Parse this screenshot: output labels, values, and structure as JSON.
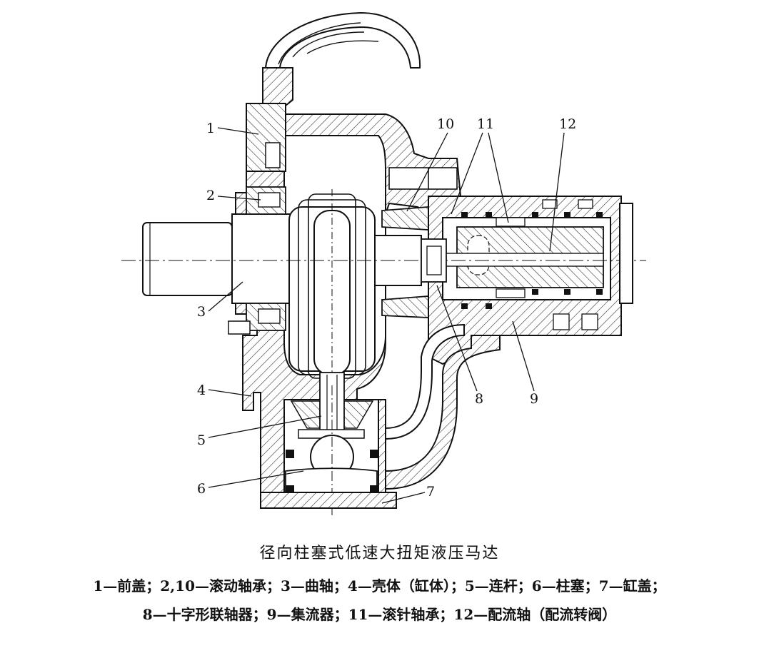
{
  "figure": {
    "title": "径向柱塞式低速大扭矩液压马达",
    "legend_line1": "1—前盖；2,10—滚动轴承；3—曲轴；4—壳体（缸体）；5—连杆；6—柱塞；7—缸盖；",
    "legend_line2": "8—十字形联轴器；9—集流器；11—滚针轴承；12—配流轴（配流转阀）"
  },
  "part_labels": {
    "p1": "1",
    "p2": "2",
    "p3": "3",
    "p4": "4",
    "p5": "5",
    "p6": "6",
    "p7": "7",
    "p8": "8",
    "p9": "9",
    "p10": "10",
    "p11": "11",
    "p12": "12"
  }
}
